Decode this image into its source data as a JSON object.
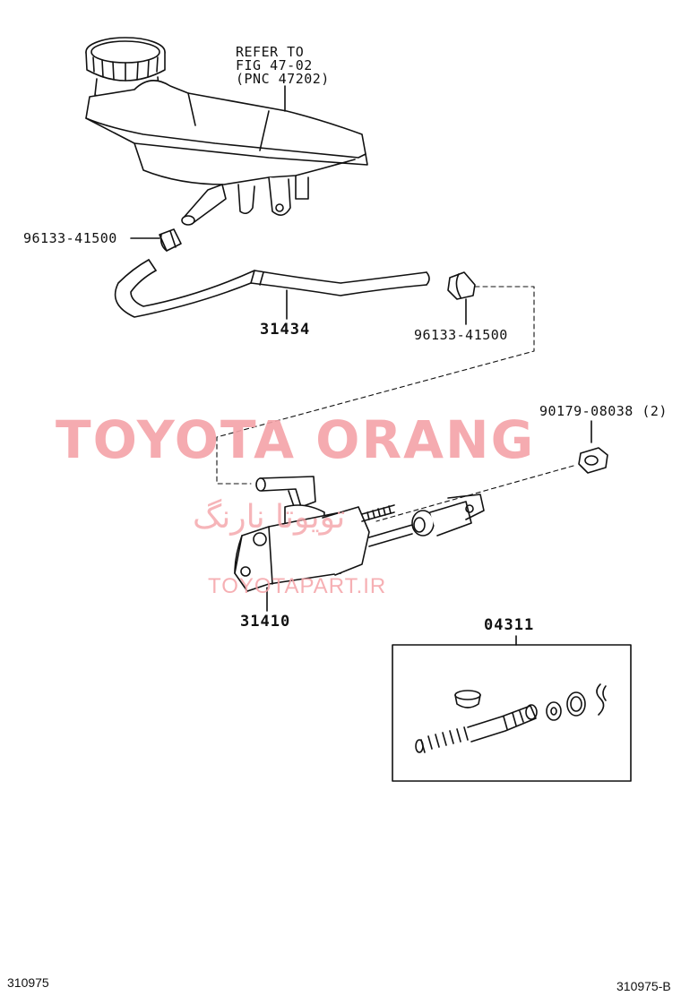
{
  "refer": {
    "line1": "REFER TO",
    "line2": "FIG 47-02",
    "line3": "(PNC 47202)"
  },
  "parts": {
    "clamp_upper": "96133-41500",
    "hose": "31434",
    "clamp_lower": "96133-41500",
    "nut": "90179-08038 (2)",
    "master_cylinder": "31410",
    "kit": "04311"
  },
  "watermark": {
    "brand": "TOYOTA ORANG",
    "persian": "تویوتا نارنگ",
    "site": "TOYOTAPART.IR"
  },
  "footer": {
    "left_code": "310975",
    "right_code": "310975-B"
  },
  "colors": {
    "line": "#111111",
    "watermark": "#f5a3a8"
  }
}
